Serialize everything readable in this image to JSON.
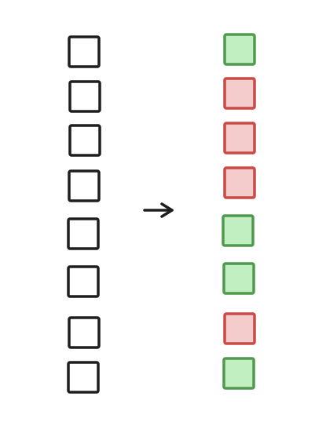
{
  "colors": {
    "background": "#ffffff",
    "empty_box_stroke": "#1e1e1e",
    "empty_box_fill": "#ffffff",
    "green_fill": "#c2efc2",
    "green_stroke": "#4f9a4f",
    "red_fill": "#f5cccc",
    "red_stroke": "#c94a47",
    "arrow": "#1e1e1e"
  },
  "diagram": {
    "left_column": {
      "count": 8,
      "state": "empty"
    },
    "arrow": {
      "icon": "arrow-right-icon"
    },
    "right_column": {
      "items": [
        "green",
        "red",
        "red",
        "red",
        "green",
        "green",
        "red",
        "green"
      ]
    }
  }
}
